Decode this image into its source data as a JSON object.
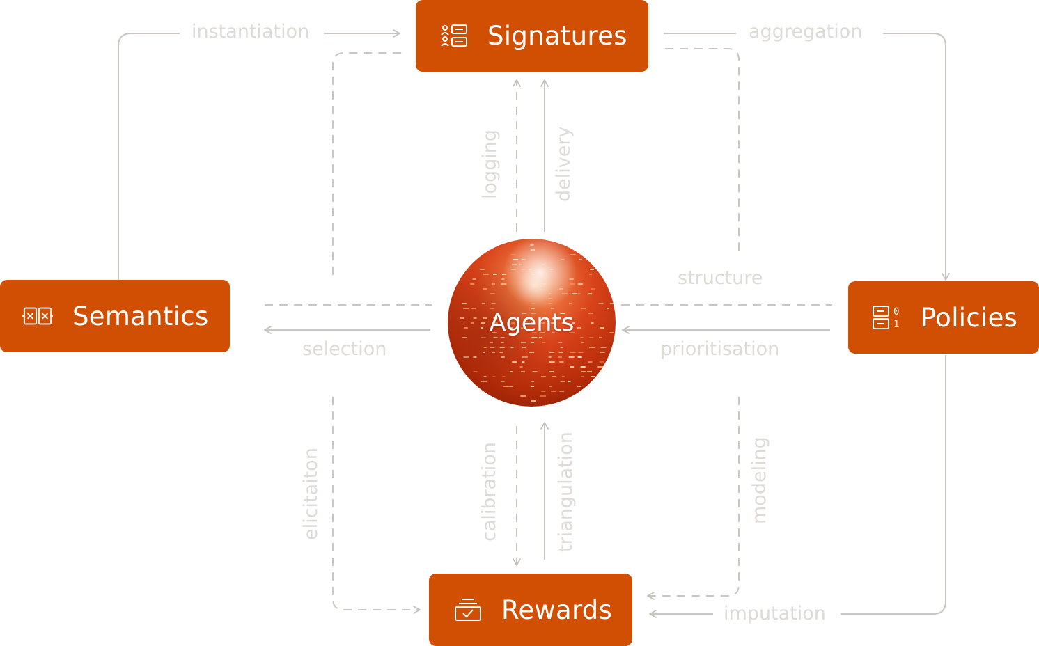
{
  "nodes": {
    "signatures": {
      "label": "Signatures",
      "icon": "signatures-list-icon"
    },
    "semantics": {
      "label": "Semantics",
      "icon": "semantics-grid-icon"
    },
    "policies": {
      "label": "Policies",
      "icon": "policies-binary-icon",
      "icon_digits": [
        "0",
        "1"
      ]
    },
    "rewards": {
      "label": "Rewards",
      "icon": "rewards-tray-icon"
    },
    "agents": {
      "label": "Agents",
      "icon": "agents-sphere"
    }
  },
  "edges": {
    "instantiation": "instantiation",
    "aggregation": "aggregation",
    "logging": "logging",
    "delivery": "delivery",
    "structure": "structure",
    "selection": "selection",
    "prioritisation": "prioritisation",
    "elicitaiton": "elicitaiton",
    "calibration": "calibration",
    "triangulation": "triangulation",
    "modeling": "modeling",
    "imputation": "imputation"
  },
  "colors": {
    "node_fill": "#d14f02",
    "node_text": "#ffffff",
    "connector": "#cbc6c1",
    "edge_label": "#dedbd7"
  }
}
